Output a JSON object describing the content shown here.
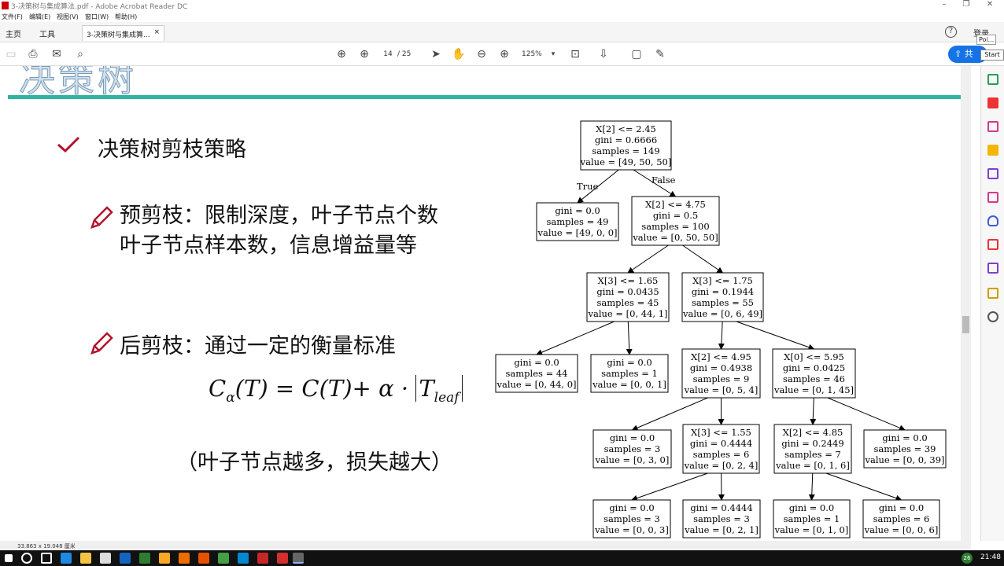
{
  "window": {
    "title": "3-决策树与集成算法.pdf - Adobe Acrobat Reader DC"
  },
  "menu": [
    "文件(F)",
    "编辑(E)",
    "视图(V)",
    "窗口(W)",
    "帮助(H)"
  ],
  "tabs": {
    "home": "主页",
    "tools": "工具",
    "doc": "3-决策树与集成算..."
  },
  "header": {
    "signin": "登录",
    "poi": "Poi...",
    "share": "共",
    "start": "Start"
  },
  "toolbar": {
    "page_current": "14",
    "page_total": "/ 25",
    "zoom": "125%"
  },
  "slide": {
    "title": "决策树",
    "heading": "决策树剪枝策略",
    "pre_pruning_line1": "预剪枝：限制深度，叶子节点个数",
    "pre_pruning_line2": "叶子节点样本数，信息增益量等",
    "post_pruning": "后剪枝：通过一定的衡量标准",
    "formula_left": "C",
    "formula_alpha": "α",
    "formula_mid": "(T) = C(T)+ α · ",
    "formula_T": "T",
    "formula_leaf": "leaf",
    "note": "（叶子节点越多，损失越大）"
  },
  "tree": {
    "true_label": "True",
    "false_label": "False",
    "nodes": [
      {
        "id": "n0",
        "lines": [
          "X[2] <= 2.45",
          "gini = 0.6666",
          "samples = 149",
          "value = [49, 50, 50]"
        ]
      },
      {
        "id": "n1",
        "lines": [
          "gini = 0.0",
          "samples = 49",
          "value = [49, 0, 0]"
        ]
      },
      {
        "id": "n2",
        "lines": [
          "X[2] <= 4.75",
          "gini = 0.5",
          "samples = 100",
          "value = [0, 50, 50]"
        ]
      },
      {
        "id": "n3",
        "lines": [
          "X[3] <= 1.65",
          "gini = 0.0435",
          "samples = 45",
          "value = [0, 44, 1]"
        ]
      },
      {
        "id": "n4",
        "lines": [
          "X[3] <= 1.75",
          "gini = 0.1944",
          "samples = 55",
          "value = [0, 6, 49]"
        ]
      },
      {
        "id": "n5",
        "lines": [
          "gini = 0.0",
          "samples = 44",
          "value = [0, 44, 0]"
        ]
      },
      {
        "id": "n6",
        "lines": [
          "gini = 0.0",
          "samples = 1",
          "value = [0, 0, 1]"
        ]
      },
      {
        "id": "n7",
        "lines": [
          "X[2] <= 4.95",
          "gini = 0.4938",
          "samples = 9",
          "value = [0, 5, 4]"
        ]
      },
      {
        "id": "n8",
        "lines": [
          "X[0] <= 5.95",
          "gini = 0.0425",
          "samples = 46",
          "value = [0, 1, 45]"
        ]
      },
      {
        "id": "n9",
        "lines": [
          "gini = 0.0",
          "samples = 3",
          "value = [0, 3, 0]"
        ]
      },
      {
        "id": "n10",
        "lines": [
          "X[3] <= 1.55",
          "gini = 0.4444",
          "samples = 6",
          "value = [0, 2, 4]"
        ]
      },
      {
        "id": "n11",
        "lines": [
          "X[2] <= 4.85",
          "gini = 0.2449",
          "samples = 7",
          "value = [0, 1, 6]"
        ]
      },
      {
        "id": "n12",
        "lines": [
          "gini = 0.0",
          "samples = 39",
          "value = [0, 0, 39]"
        ]
      },
      {
        "id": "n13",
        "lines": [
          "gini = 0.0",
          "samples = 3",
          "value = [0, 0, 3]"
        ]
      },
      {
        "id": "n14",
        "lines": [
          "gini = 0.4444",
          "samples = 3",
          "value = [0, 2, 1]"
        ]
      },
      {
        "id": "n15",
        "lines": [
          "gini = 0.0",
          "samples = 1",
          "value = [0, 1, 0]"
        ]
      },
      {
        "id": "n16",
        "lines": [
          "gini = 0.0",
          "samples = 6",
          "value = [0, 0, 6]"
        ]
      }
    ]
  },
  "status": {
    "page_dims": "33.863 x 19.048 厘米"
  },
  "taskbar": {
    "time": "21:48",
    "badge": "26"
  }
}
